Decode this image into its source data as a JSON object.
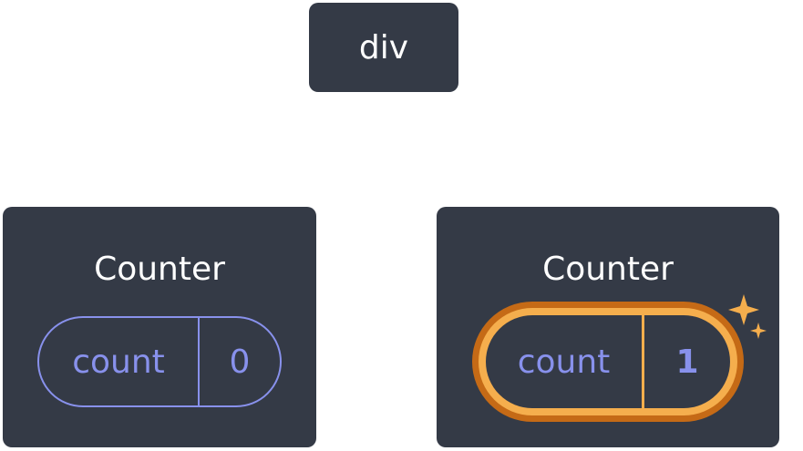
{
  "root": {
    "label": "div"
  },
  "children": [
    {
      "title": "Counter",
      "state_key": "count",
      "state_value": "0",
      "highlighted": false
    },
    {
      "title": "Counter",
      "state_key": "count",
      "state_value": "1",
      "highlighted": true
    }
  ],
  "colors": {
    "node_bg": "#343a46",
    "node_text": "#ffffff",
    "state_text": "#8891ec",
    "highlight_outer": "#c56a16",
    "highlight_inner": "#f5ae4d"
  },
  "icons": {
    "highlight_marker": "sparkle-icon"
  }
}
